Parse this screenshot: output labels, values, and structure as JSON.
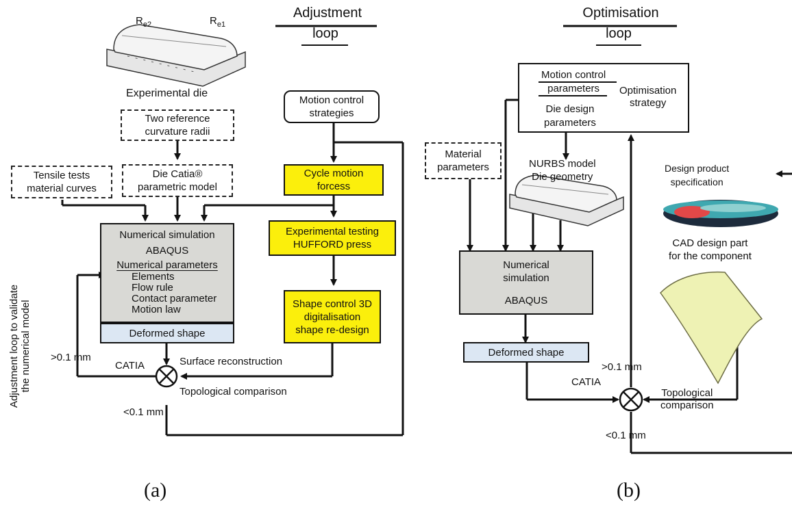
{
  "titles": {
    "adjustment_1": "Adjustment",
    "adjustment_2": "loop",
    "optimisation_1": "Optimisation",
    "optimisation_2": "loop"
  },
  "die_labels": {
    "re2_main": "R",
    "re2_sub": "e2",
    "re1_main": "R",
    "re1_sub": "e1",
    "experimental_die": "Experimental die"
  },
  "left": {
    "two_reference": [
      "Two reference",
      "curvature radii"
    ],
    "tensile": [
      "Tensile tests",
      "material curves"
    ],
    "catia_model": [
      "Die Catia®",
      "parametric model"
    ],
    "motion_strategies": [
      "Motion control",
      "strategies"
    ],
    "cycle": [
      "Cycle motion",
      "forcess"
    ],
    "exp_testing": [
      "Experimental testing",
      "HUFFORD press"
    ],
    "shape_control": [
      "Shape control 3D",
      "digitalisation",
      "shape re-design"
    ],
    "sim_title": "Numerical simulation",
    "sim_abaqus": "ABAQUS",
    "sim_params": "Numerical parameters",
    "sim_items": [
      "Elements",
      "Flow rule",
      "Contact parameter",
      "Motion law"
    ],
    "deformed": "Deformed shape",
    "gt": ">0.1 mm",
    "catia": "CATIA",
    "surface": "Surface reconstruction",
    "topo": "Topological comparison",
    "lt": "<0.1 mm",
    "side_label": [
      "Adjustment loop to validate",
      "the numerical model"
    ]
  },
  "right": {
    "motion_params": [
      "Motion control",
      "parameters"
    ],
    "optim_strategy": [
      "Optimisation",
      "strategy"
    ],
    "die_design": [
      "Die design",
      "parameters"
    ],
    "material": [
      "Material",
      "parameters"
    ],
    "nurbs": [
      "NURBS model",
      "Die geometry"
    ],
    "design_spec": [
      "Design product",
      "specification"
    ],
    "cad": [
      "CAD design part",
      "for the component"
    ],
    "sim": [
      "Numerical",
      "simulation"
    ],
    "abaqus": "ABAQUS",
    "deformed": "Deformed shape",
    "gt": ">0.1 mm",
    "catia": "CATIA",
    "topo": [
      "Topological",
      "comparison"
    ],
    "lt": "<0.1 mm"
  },
  "captions": {
    "a": "(a)",
    "b": "(b)"
  },
  "colors": {
    "yellow": "#fbef0c",
    "grey": "#d9d9d5",
    "blue": "#dce7f3"
  }
}
